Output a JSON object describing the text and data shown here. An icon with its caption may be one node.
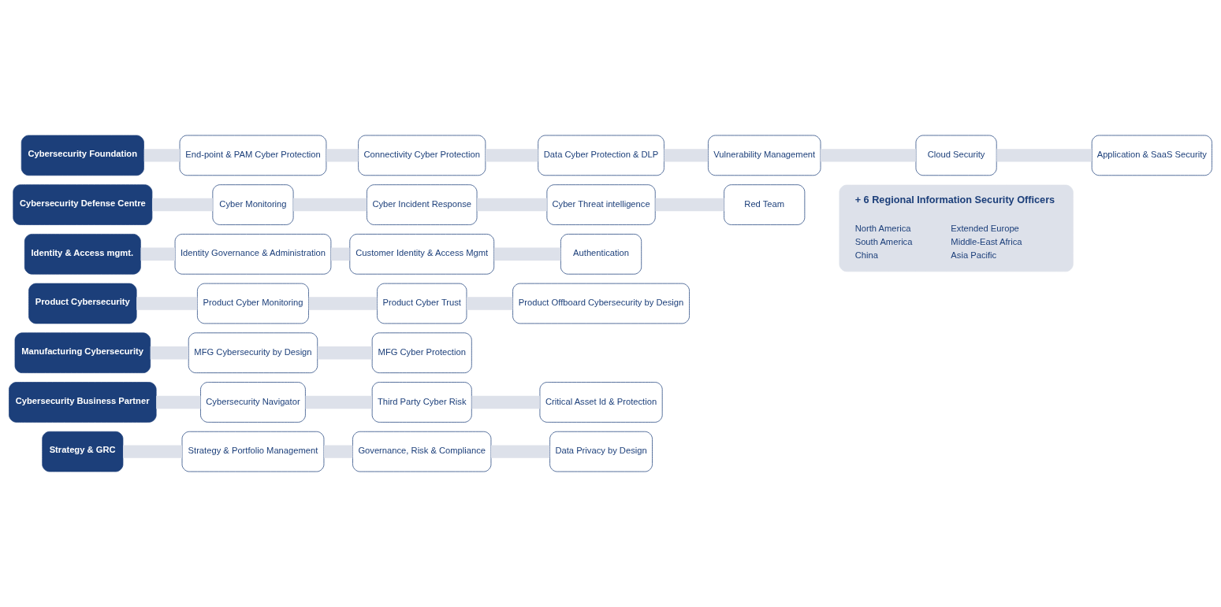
{
  "diagram": {
    "nodes": [
      {
        "text": [
          "Strategy & GRC"
        ]
      },
      {
        "text": [
          "Strategy & Portfolio Management"
        ]
      },
      {
        "text": [
          "Governance, Risk & Compliance"
        ]
      },
      {
        "text": [
          "Data Privacy by Design"
        ]
      },
      {
        "text": [
          "+ 6 Regional Information Security Officers",
          "North America",
          "South America",
          "China",
          "Extended Europe",
          "Middle-East Africa",
          "Asia Pacific"
        ]
      },
      {
        "text": [
          "Cybersecurity Business Partner"
        ]
      },
      {
        "text": [
          "Cybersecurity Navigator"
        ]
      },
      {
        "text": [
          "Third Party Cyber Risk"
        ]
      },
      {
        "text": [
          "Critical Asset Id & Protection"
        ]
      },
      {
        "text": [
          "Manufacturing Cybersecurity"
        ]
      },
      {
        "text": [
          "MFG Cybersecurity by Design"
        ]
      },
      {
        "text": [
          "MFG Cyber Protection"
        ]
      },
      {
        "text": [
          "Product Cybersecurity"
        ]
      },
      {
        "text": [
          "Product Cyber Monitoring"
        ]
      },
      {
        "text": [
          "Product Cyber Trust"
        ]
      },
      {
        "text": [
          "Product Offboard Cybersecurity by Design"
        ]
      },
      {
        "text": [
          "Identity & Access mgmt."
        ]
      },
      {
        "text": [
          "Identity Governance & Administration"
        ]
      },
      {
        "text": [
          "Customer Identity & Access Mgmt"
        ]
      },
      {
        "text": [
          "Authentication"
        ]
      },
      {
        "text": [
          "Cybersecurity Defense Centre"
        ]
      },
      {
        "text": [
          "Cyber Monitoring"
        ]
      },
      {
        "text": [
          "Cyber Incident Response"
        ]
      },
      {
        "text": [
          "Cyber Threat intelligence"
        ]
      },
      {
        "text": [
          "Red Team"
        ]
      },
      {
        "text": [
          "Cybersecurity Foundation"
        ]
      },
      {
        "text": [
          "End-point & PAM Cyber Protection"
        ]
      },
      {
        "text": [
          "Connectivity Cyber Protection"
        ]
      },
      {
        "text": [
          "Data Cyber Protection & DLP"
        ]
      },
      {
        "text": [
          "Vulnerability Management"
        ]
      },
      {
        "text": [
          "Cloud Security"
        ]
      },
      {
        "text": [
          "Application & SaaS Security"
        ]
      }
    ],
    "edges": [
      {
        "from": 0,
        "to": 1,
        "arrow": "none"
      },
      {
        "from": 1,
        "to": 2,
        "arrow": "none"
      },
      {
        "from": 2,
        "to": 3,
        "arrow": "none"
      },
      {
        "from": 5,
        "to": 6,
        "arrow": "none"
      },
      {
        "from": 6,
        "to": 7,
        "arrow": "none"
      },
      {
        "from": 7,
        "to": 8,
        "arrow": "none"
      },
      {
        "from": 9,
        "to": 10,
        "arrow": "none"
      },
      {
        "from": 10,
        "to": 11,
        "arrow": "none"
      },
      {
        "from": 12,
        "to": 13,
        "arrow": "none"
      },
      {
        "from": 13,
        "to": 14,
        "arrow": "none"
      },
      {
        "from": 14,
        "to": 15,
        "arrow": "none"
      },
      {
        "from": 16,
        "to": 17,
        "arrow": "none"
      },
      {
        "from": 17,
        "to": 18,
        "arrow": "none"
      },
      {
        "from": 18,
        "to": 19,
        "arrow": "none"
      },
      {
        "from": 20,
        "to": 21,
        "arrow": "none"
      },
      {
        "from": 21,
        "to": 22,
        "arrow": "none"
      },
      {
        "from": 22,
        "to": 23,
        "arrow": "none"
      },
      {
        "from": 23,
        "to": 24,
        "arrow": "none"
      },
      {
        "from": 25,
        "to": 26,
        "arrow": "none"
      },
      {
        "from": 26,
        "to": 27,
        "arrow": "none"
      },
      {
        "from": 27,
        "to": 28,
        "arrow": "none"
      },
      {
        "from": 28,
        "to": 29,
        "arrow": "none"
      },
      {
        "from": 29,
        "to": 30,
        "arrow": "none"
      },
      {
        "from": 30,
        "to": 31,
        "arrow": "none"
      }
    ]
  }
}
